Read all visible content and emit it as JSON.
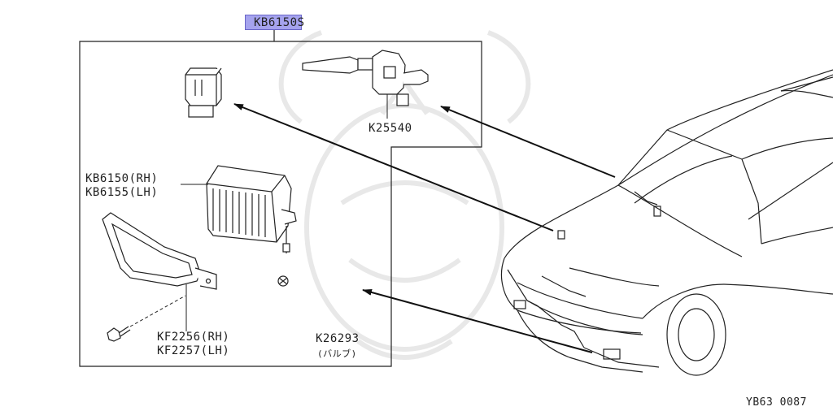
{
  "main_part": {
    "code": "KB6150S"
  },
  "parts": {
    "switch": {
      "code": "K25540"
    },
    "fog_lamp": {
      "code_rh": "KB6150(RH)",
      "code_lh": "KB6155(LH)"
    },
    "bezel": {
      "code_rh": "KF2256(RH)",
      "code_lh": "KF2257(LH)"
    },
    "bulb": {
      "code": "K26293",
      "note": "(バルブ)"
    }
  },
  "footer": {
    "figure_id": "YB63 0087"
  }
}
